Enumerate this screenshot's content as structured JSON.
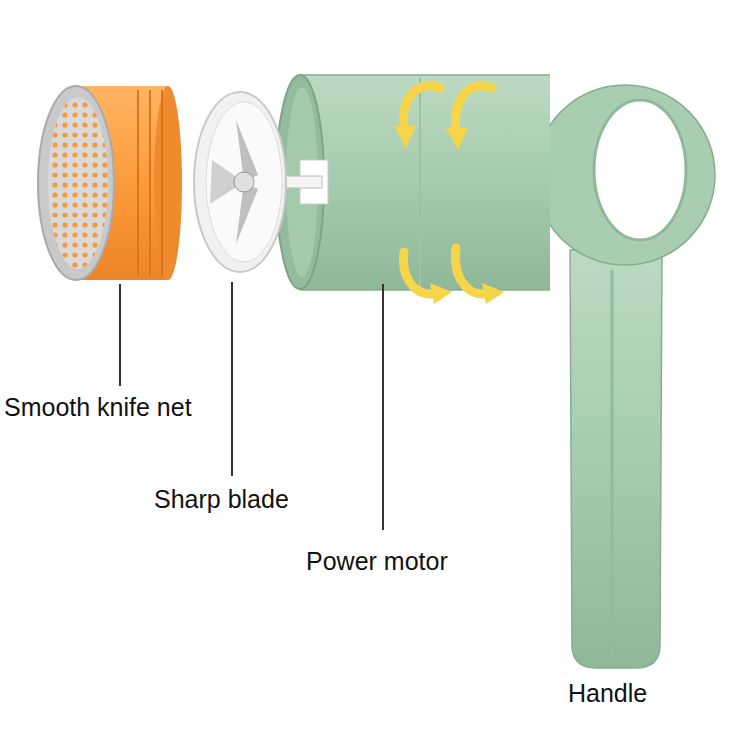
{
  "diagram": {
    "labels": [
      "Smooth knife net",
      "Sharp blade",
      "Power motor",
      "Handle"
    ]
  }
}
